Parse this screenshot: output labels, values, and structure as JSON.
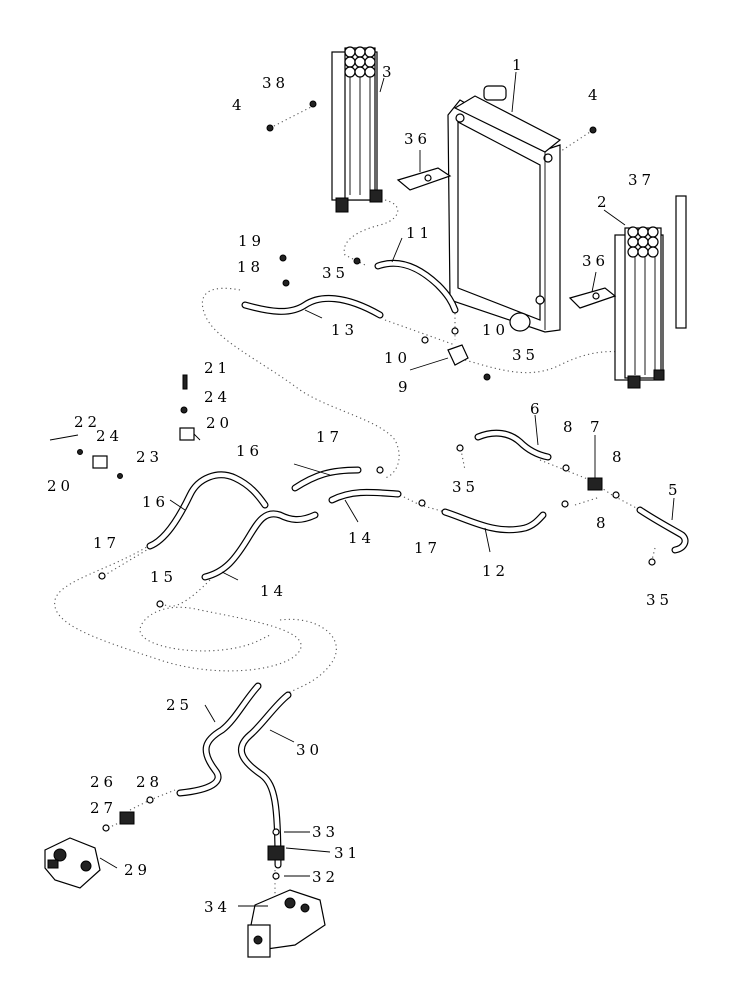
{
  "labels": [
    {
      "id": "1",
      "text": "1"
    },
    {
      "id": "2",
      "text": "2"
    },
    {
      "id": "3",
      "text": "3"
    },
    {
      "id": "4a",
      "text": "4"
    },
    {
      "id": "4b",
      "text": "4"
    },
    {
      "id": "5",
      "text": "5"
    },
    {
      "id": "6",
      "text": "6"
    },
    {
      "id": "7",
      "text": "7"
    },
    {
      "id": "8a",
      "text": "8"
    },
    {
      "id": "8b",
      "text": "8"
    },
    {
      "id": "8c",
      "text": "8"
    },
    {
      "id": "9",
      "text": "9"
    },
    {
      "id": "10a",
      "text": "10"
    },
    {
      "id": "10b",
      "text": "10"
    },
    {
      "id": "11",
      "text": "11"
    },
    {
      "id": "12",
      "text": "12"
    },
    {
      "id": "13",
      "text": "13"
    },
    {
      "id": "14a",
      "text": "14"
    },
    {
      "id": "14b",
      "text": "14"
    },
    {
      "id": "15",
      "text": "15"
    },
    {
      "id": "16a",
      "text": "16"
    },
    {
      "id": "16b",
      "text": "16"
    },
    {
      "id": "17a",
      "text": "17"
    },
    {
      "id": "17b",
      "text": "17"
    },
    {
      "id": "17c",
      "text": "17"
    },
    {
      "id": "18",
      "text": "18"
    },
    {
      "id": "19",
      "text": "19"
    },
    {
      "id": "20a",
      "text": "20"
    },
    {
      "id": "20b",
      "text": "20"
    },
    {
      "id": "21",
      "text": "21"
    },
    {
      "id": "22",
      "text": "22"
    },
    {
      "id": "23",
      "text": "23"
    },
    {
      "id": "24a",
      "text": "24"
    },
    {
      "id": "24b",
      "text": "24"
    },
    {
      "id": "25",
      "text": "25"
    },
    {
      "id": "26",
      "text": "26"
    },
    {
      "id": "27",
      "text": "27"
    },
    {
      "id": "28",
      "text": "28"
    },
    {
      "id": "29",
      "text": "29"
    },
    {
      "id": "30",
      "text": "30"
    },
    {
      "id": "31",
      "text": "31"
    },
    {
      "id": "32",
      "text": "32"
    },
    {
      "id": "33",
      "text": "33"
    },
    {
      "id": "34",
      "text": "34"
    },
    {
      "id": "35a",
      "text": "35"
    },
    {
      "id": "35b",
      "text": "35"
    },
    {
      "id": "35c",
      "text": "35"
    },
    {
      "id": "35d",
      "text": "35"
    },
    {
      "id": "36a",
      "text": "36"
    },
    {
      "id": "36b",
      "text": "36"
    },
    {
      "id": "37",
      "text": "37"
    },
    {
      "id": "38",
      "text": "38"
    }
  ]
}
